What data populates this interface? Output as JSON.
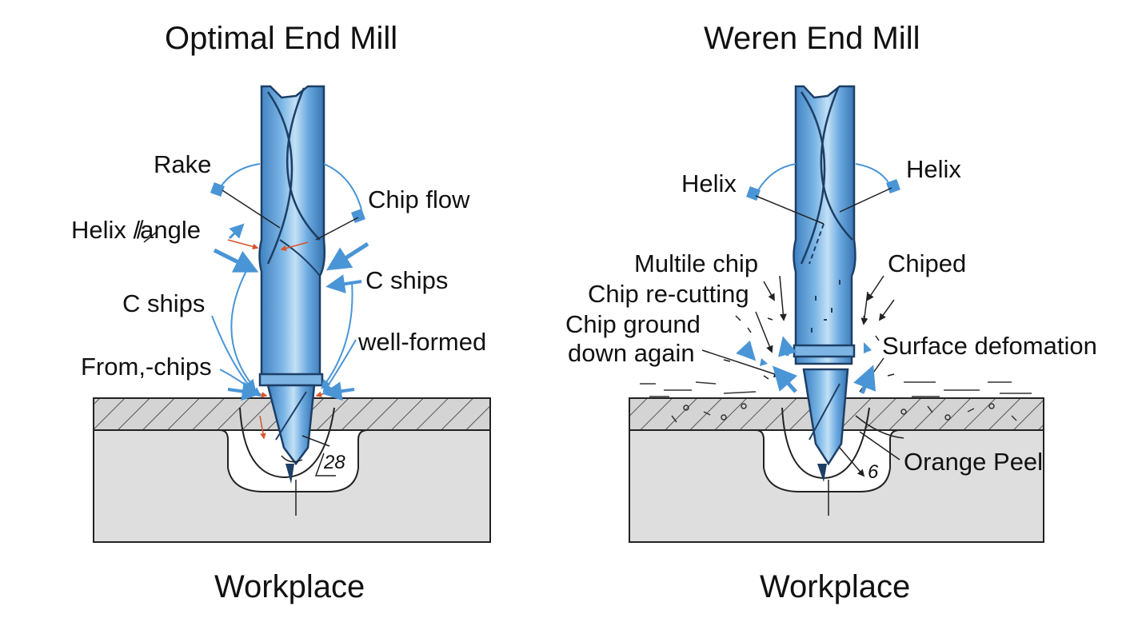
{
  "left_panel": {
    "title": "Optimal End Mill",
    "workpiece_label": "Workplace",
    "labels": {
      "rake": "Rake",
      "helix_angle": "Helix /̸angle",
      "c_ships_left": "C ships",
      "from_chips": "From,-chips",
      "chip_flow": "Chip flow",
      "c_ships_right": "C ships",
      "well_formed": "well-formed",
      "angle_value": "28"
    }
  },
  "right_panel": {
    "title": "Weren End Mill",
    "workpiece_label": "Workplace",
    "labels": {
      "helix_left": "Helix",
      "helix_right": "Helix",
      "multile_chip": "Multile chip",
      "chip_recutting": "Chip re-cutting",
      "chip_ground_line1": "Chip ground",
      "chip_ground_line2": "down again",
      "chiped": "Chiped",
      "surface_deformation": "Surface defomation",
      "orange_peel": "Orange Peel",
      "angle_value": "6"
    }
  },
  "colors": {
    "tool_blue": "#5b9fd8",
    "tool_light": "#a9d0ef",
    "tool_dark": "#2f6aa3",
    "arrow_blue": "#4a95d6",
    "arrow_red": "#d9532b",
    "workpiece_fill": "#dedede",
    "hatch_fill": "#cfcfcf",
    "outline": "#222222"
  }
}
